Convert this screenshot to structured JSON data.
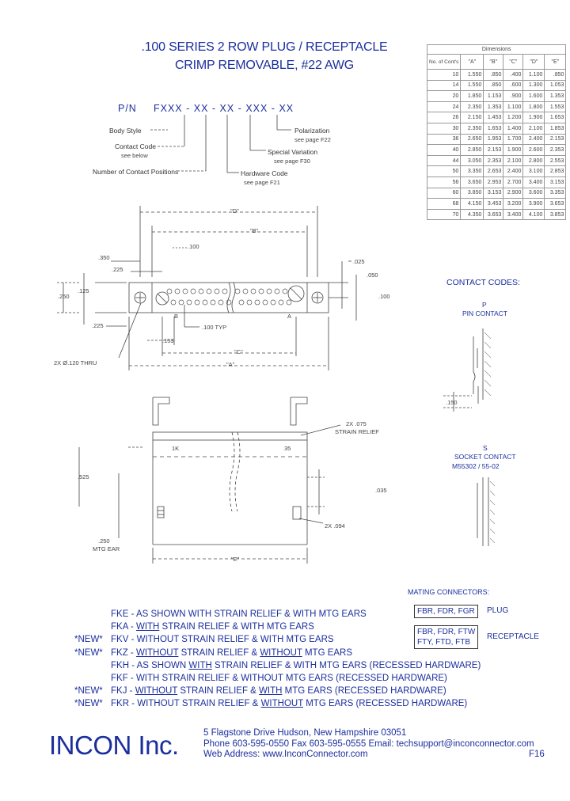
{
  "title": {
    "line1": ".100 SERIES 2 ROW PLUG / RECEPTACLE",
    "line2": "CRIMP REMOVABLE, #22 AWG"
  },
  "part_number": {
    "prefix": "P/N",
    "code": "FXXX - XX - XX - XXX - XX",
    "body_style": "Body Style",
    "contact_code": "Contact Code",
    "contact_code_note": "see below",
    "contact_positions": "Number of Contact Positions",
    "polarization": "Polarization",
    "polarization_note": "see page F22",
    "special_variation": "Special Variation",
    "special_variation_note": "see page F30",
    "hardware_code": "Hardware Code",
    "hardware_code_note": "see page F21"
  },
  "dimensions_table": {
    "caption": "Dimensions",
    "headers": [
      "No. of Cont's",
      "\"A\"",
      "\"B\"",
      "\"C\"",
      "\"D\"",
      "\"E\""
    ],
    "rows": [
      [
        "10",
        "1.550",
        ".850",
        ".400",
        "1.100",
        ".850"
      ],
      [
        "14",
        "1.550",
        ".850",
        ".600",
        "1.300",
        "1.053"
      ],
      [
        "20",
        "1.850",
        "1.153",
        ".900",
        "1.600",
        "1.353"
      ],
      [
        "24",
        "2.350",
        "1.353",
        "1.100",
        "1.800",
        "1.553"
      ],
      [
        "26",
        "2.150",
        "1.453",
        "1.200",
        "1.900",
        "1.653"
      ],
      [
        "30",
        "2.350",
        "1.653",
        "1.400",
        "2.100",
        "1.853"
      ],
      [
        "36",
        "2.650",
        "1.953",
        "1.700",
        "2.400",
        "2.153"
      ],
      [
        "40",
        "2.850",
        "2.153",
        "1.900",
        "2.600",
        "2.353"
      ],
      [
        "44",
        "3.050",
        "2.353",
        "2.100",
        "2.800",
        "2.553"
      ],
      [
        "50",
        "3.350",
        "2.653",
        "2.400",
        "3.100",
        "2.853"
      ],
      [
        "56",
        "3.650",
        "2.953",
        "2.700",
        "3.400",
        "3.153"
      ],
      [
        "60",
        "3.850",
        "3.153",
        "2.900",
        "3.600",
        "3.353"
      ],
      [
        "68",
        "4.150",
        "3.453",
        "3.200",
        "3.900",
        "3.653"
      ],
      [
        "70",
        "4.350",
        "3.653",
        "3.400",
        "4.100",
        "3.853"
      ]
    ]
  },
  "drawing": {
    "dim_D": "\"D\"",
    "dim_B": "\"B\"",
    "dim_C": "\"C\"",
    "dim_A": "\"A\"",
    "dim_E": "\"E\"",
    "d_100": ".100",
    "d_350": ".350",
    "d_225a": ".225",
    "d_125": ".125",
    "d_250": ".250",
    "d_225b": ".225",
    "d_025": ".025",
    "d_050": ".050",
    "d_100b": ".100",
    "d_100typ": ".100 TYP",
    "d_153": ".153",
    "thru": "2X Ø.120 THRU",
    "strain_qty": "2X .075",
    "strain_relief": "STRAIN RELIEF",
    "side_525": ".525",
    "side_035": ".035",
    "side_094": "2X .094",
    "mtg_250": ".250",
    "mtg_ear": "MTG EAR",
    "pin1": "1K",
    "pin35": "35",
    "pin_b": "B",
    "pin_a": "A"
  },
  "contact_codes": {
    "heading": "CONTACT CODES:",
    "p_code": "P",
    "p_label": "PIN CONTACT",
    "p_dim": ".150",
    "s_code": "S",
    "s_label": "SOCKET CONTACT",
    "s_spec": "M55302 / 55-02"
  },
  "mating": {
    "heading": "MATING CONNECTORS:",
    "plug_codes": "FBR, FDR, FGR",
    "plug_label": "PLUG",
    "rec_codes_1": "FBR, FDR, FTW",
    "rec_codes_2": "FTY, FTD, FTB",
    "rec_label": "RECEPTACLE"
  },
  "options": [
    {
      "new": "",
      "code": "FKE",
      "a": " - AS SHOWN WITH STRAIN RELIEF & WITH MTG EARS",
      "parts": []
    },
    {
      "new": "",
      "code": "FKA",
      "parts": [
        " - ",
        "WITH",
        " STRAIN RELIEF & WITH MTG EARS"
      ]
    },
    {
      "new": "*NEW*",
      "code": "FKV",
      "parts": [
        " - WITHOUT STRAIN RELIEF & WITH MTG EARS"
      ]
    },
    {
      "new": "*NEW*",
      "code": "FKZ",
      "parts": [
        " - ",
        "WITHOUT",
        " STRAIN RELIEF & ",
        "WITHOUT",
        " MTG EARS"
      ]
    },
    {
      "new": "",
      "code": "FKH",
      "parts": [
        " - AS SHOWN ",
        "WITH",
        " STRAIN RELIEF & WITH MTG EARS  (RECESSED HARDWARE)"
      ]
    },
    {
      "new": "",
      "code": "FKF",
      "parts": [
        " - WITH STRAIN RELIEF & WITHOUT MTG EARS  (RECESSED HARDWARE)"
      ]
    },
    {
      "new": "*NEW*",
      "code": "FKJ",
      "parts": [
        " - ",
        "WITHOUT",
        " STRAIN RELIEF & ",
        "WITH",
        " MTG EARS  (RECESSED HARDWARE)"
      ]
    },
    {
      "new": "*NEW*",
      "code": "FKR",
      "parts": [
        " - WITHOUT STRAIN RELIEF & ",
        "WITHOUT",
        " MTG EARS  (RECESSED HARDWARE)"
      ]
    }
  ],
  "company": {
    "name": "INCON Inc.",
    "address": "5 Flagstone Drive    Hudson, New Hampshire    03051",
    "phone": "Phone 603-595-0550    Fax 603-595-0555    Email: techsupport@inconconnector.com",
    "web": "Web Address: www.InconConnector.com",
    "page": "F16"
  }
}
